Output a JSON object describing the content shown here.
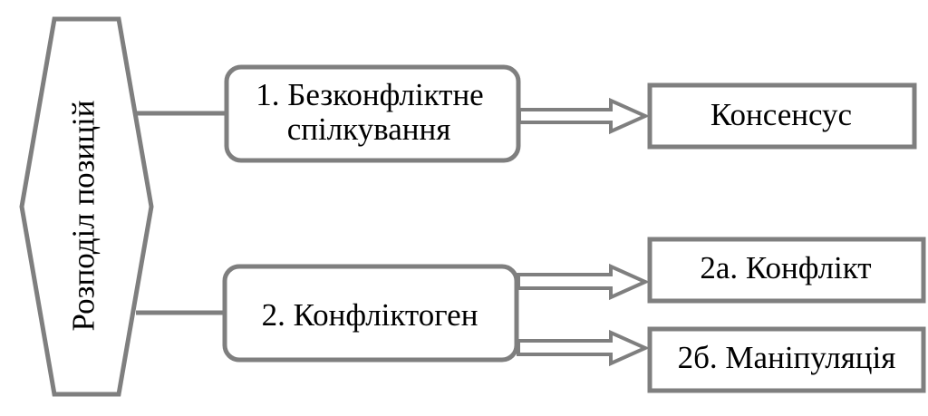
{
  "diagram": {
    "root": {
      "label": "Розподіл позицій"
    },
    "branches": [
      {
        "line1": "1. Безконфліктне",
        "line2": "спілкування"
      },
      {
        "label": "2. Конфліктоген"
      }
    ],
    "outcomes": [
      {
        "label": "Консенсус"
      },
      {
        "label": "2а. Конфлікт"
      },
      {
        "label": "2б. Маніпуляція"
      }
    ],
    "colors": {
      "stroke": "#7f7f7f",
      "arrow_fill": "#ffffff",
      "text": "#000000",
      "background": "#ffffff"
    }
  }
}
